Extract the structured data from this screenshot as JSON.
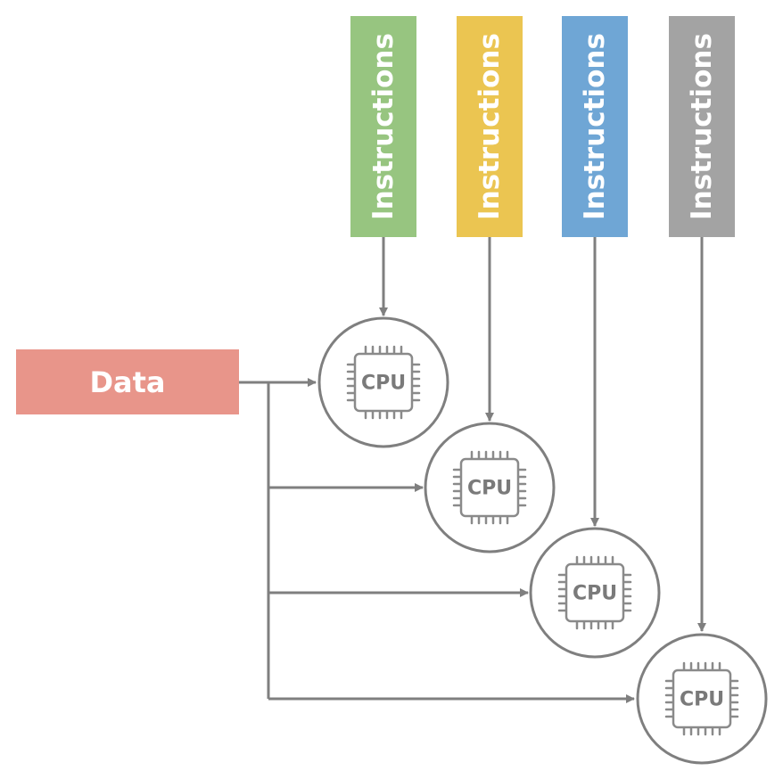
{
  "data_box": {
    "label": "Data",
    "color": "#e8958a"
  },
  "instruction_boxes": [
    {
      "label": "Instructions",
      "color": "#97c580"
    },
    {
      "label": "Instructions",
      "color": "#ebc551"
    },
    {
      "label": "Instructions",
      "color": "#6fa6d5"
    },
    {
      "label": "Instructions",
      "color": "#a3a3a3"
    }
  ],
  "cpus": [
    {
      "label": "CPU"
    },
    {
      "label": "CPU"
    },
    {
      "label": "CPU"
    },
    {
      "label": "CPU"
    }
  ],
  "colors": {
    "line": "#7f7f7f",
    "chip": "#8a8a8a"
  }
}
